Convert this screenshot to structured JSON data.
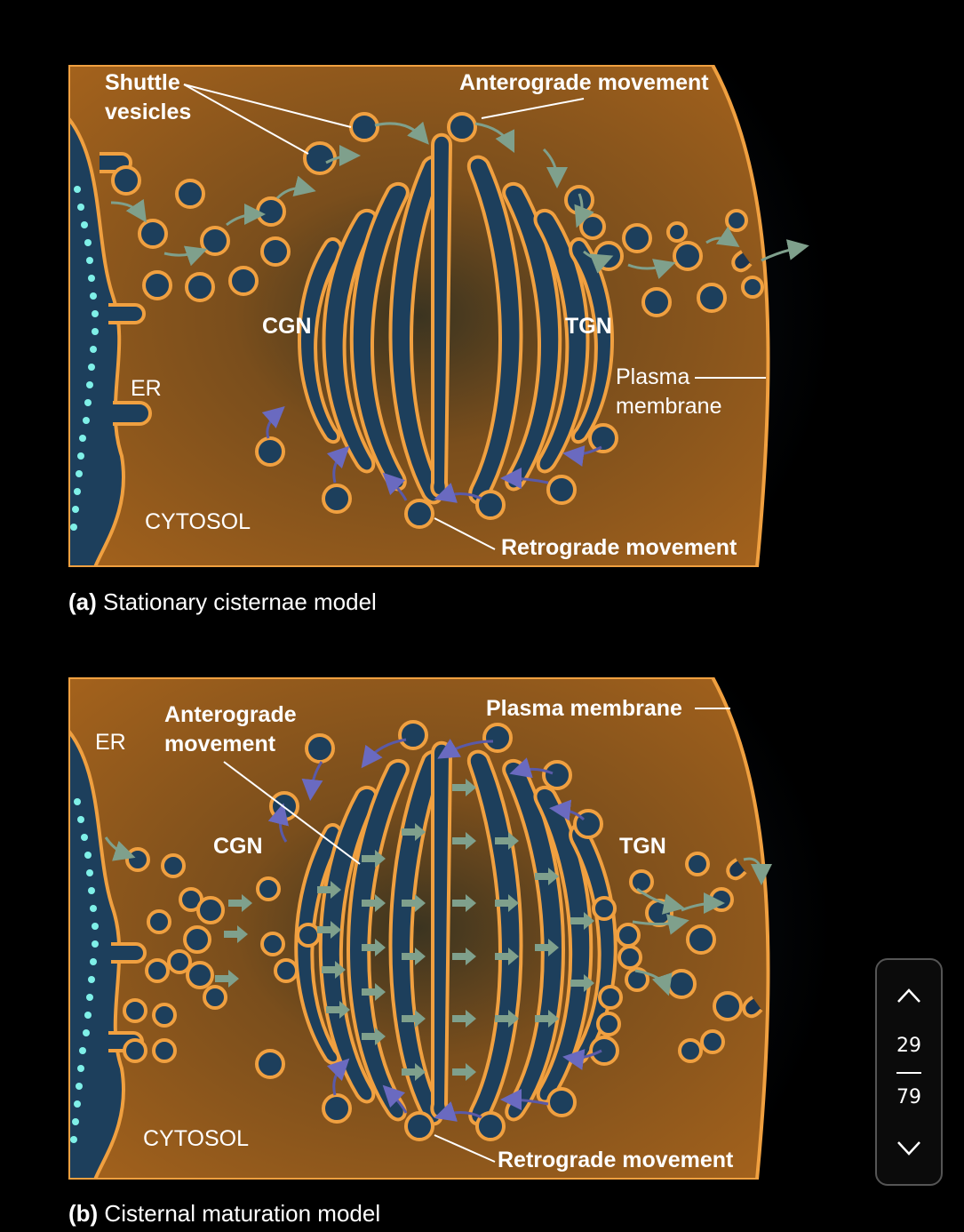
{
  "panel_a": {
    "labels": {
      "shuttle": "Shuttle\nvesicles",
      "anterograde": "Anterograde movement",
      "cgn": "CGN",
      "tgn": "TGN",
      "er": "ER",
      "plasma": "Plasma\nmembrane",
      "cytosol": "CYTOSOL",
      "retrograde": "Retrograde movement"
    },
    "caption_letter": "(a)",
    "caption_text": " Stationary cisternae model"
  },
  "panel_b": {
    "labels": {
      "anterograde": "Anterograde\nmovement",
      "er": "ER",
      "plasma": "Plasma membrane",
      "cgn": "CGN",
      "tgn": "TGN",
      "cytosol": "CYTOSOL",
      "retrograde": "Retrograde movement"
    },
    "caption_letter": "(b)",
    "caption_text": " Cisternal maturation model"
  },
  "pager": {
    "current": "29",
    "total": "79",
    "up_icon": "chevron-up-icon",
    "down_icon": "chevron-down-icon"
  },
  "colors": {
    "cytoplasm": "#a8641c",
    "lumen": "#1d3f5c",
    "membrane": "#f0a040",
    "anterograde_arrow": "#7fa08c",
    "retrograde_arrow": "#5a5aa8",
    "er_dots": "#7ff0e8"
  }
}
